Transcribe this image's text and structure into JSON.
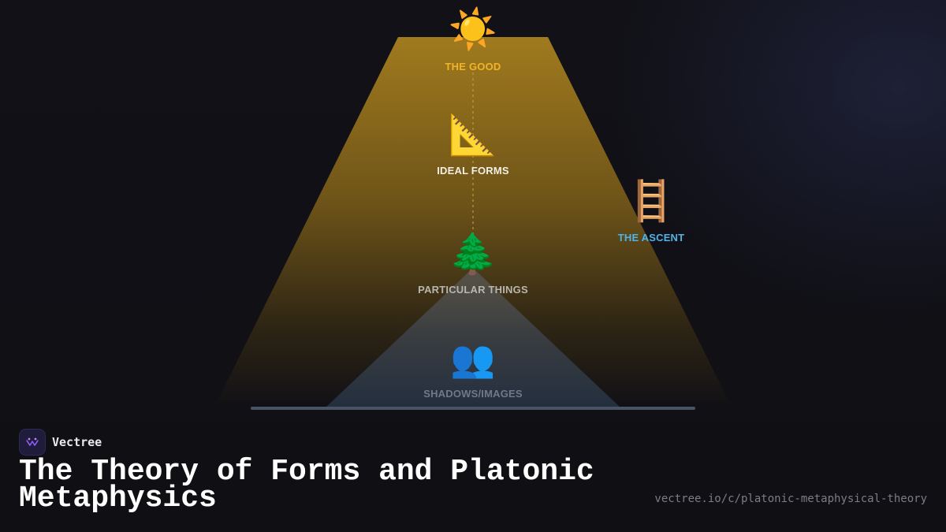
{
  "diagram": {
    "levels": [
      {
        "id": "good",
        "label": "THE GOOD",
        "icon": "sun-icon",
        "emoji": "☀️",
        "color": "#f0b429"
      },
      {
        "id": "forms",
        "label": "IDEAL FORMS",
        "icon": "triangular-ruler-icon",
        "emoji": "📐",
        "color": "#f2efe6"
      },
      {
        "id": "things",
        "label": "PARTICULAR THINGS",
        "icon": "evergreen-tree-icon",
        "emoji": "🌲",
        "color": "#b9b6ae"
      },
      {
        "id": "shadows",
        "label": "SHADOWS/IMAGES",
        "icon": "people-silhouette-icon",
        "emoji": "👥",
        "color": "#6f7a88"
      }
    ],
    "ascent": {
      "label": "THE ASCENT",
      "icon": "ladder-icon",
      "emoji": "🪜",
      "color": "#4fb3e8"
    }
  },
  "brand": {
    "name": "Vectree",
    "accent": "#8b5cf6"
  },
  "title": "The Theory of Forms and Platonic Metaphysics",
  "url": "vectree.io/c/platonic-metaphysical-theory"
}
